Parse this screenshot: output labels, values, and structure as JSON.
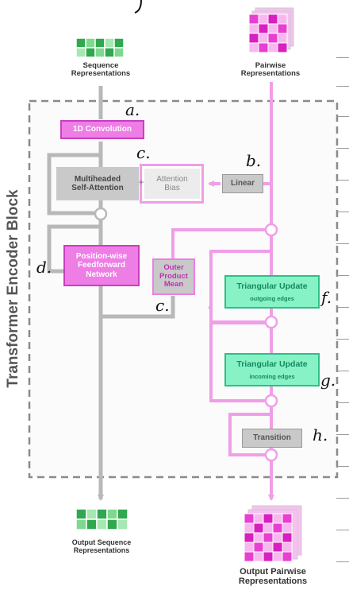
{
  "diagram": {
    "side_title": "Transformer Encoder Block",
    "inputs": {
      "sequence": "Sequence\nRepresentations",
      "pairwise": "Pairwise\nRepresentations"
    },
    "outputs": {
      "sequence": "Output Sequence\nRepresentations",
      "pairwise": "Output Pairwise\nRepresentations"
    },
    "blocks": {
      "conv": "1D Convolution",
      "mhsa": "Multiheaded\nSelf-Attention",
      "bias": "Attention\nBias",
      "linear": "Linear",
      "ffn": "Position-wise\nFeedforward\nNetwork",
      "opm": "Outer\nProduct\nMean",
      "tri_out_title": "Triangular Update",
      "tri_out_sub": "outgoing edges",
      "tri_in_title": "Triangular Update",
      "tri_in_sub": "incoming edges",
      "transition": "Transition",
      "plus_sign": "+"
    },
    "annotations": {
      "a": "a.",
      "b": "b.",
      "c1": "c.",
      "c2": "c.",
      "d": "d.",
      "f": "f.",
      "g": "g.",
      "h": "h."
    }
  },
  "colors": {
    "magenta_line": "#f09ee8",
    "magenta_box": "#ee7de6",
    "magenta_border": "#c83fbf",
    "gray_line": "#b8b8b8",
    "gray_box": "#c9c9c9",
    "green_box": "#86f2c6",
    "green_border": "#2fbf86",
    "dashed_border": "#8a8a8a"
  }
}
